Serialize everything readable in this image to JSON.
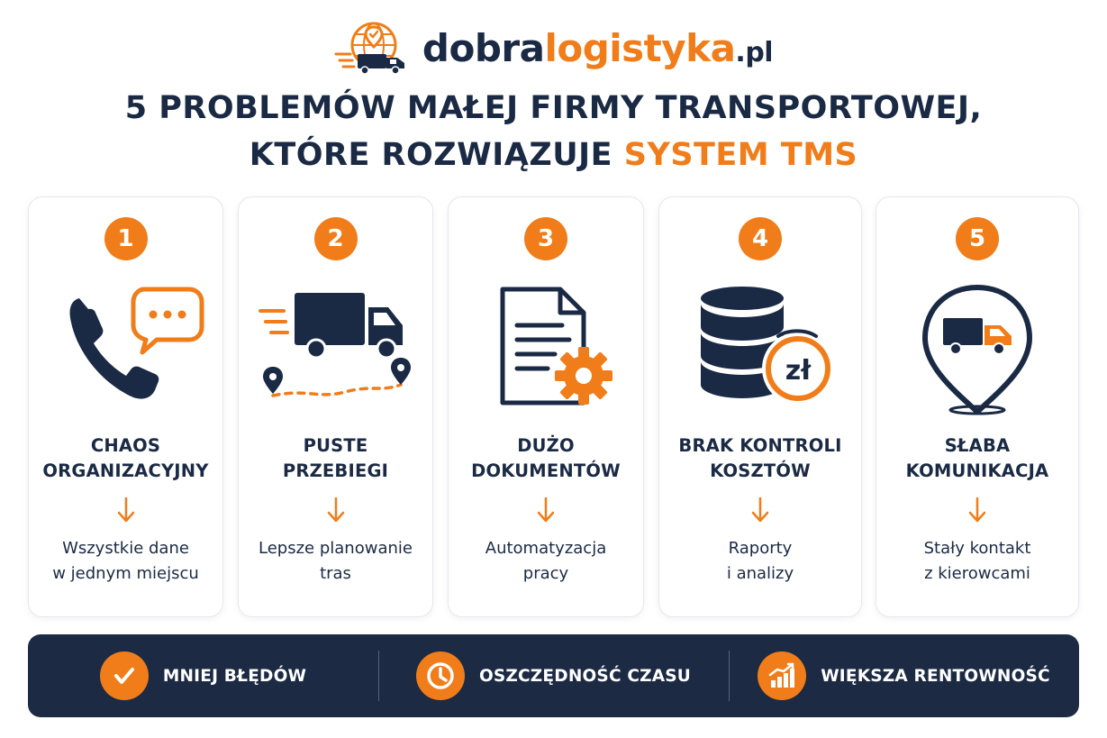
{
  "brand": {
    "name_part1": "dobra",
    "name_part2": "logistyka",
    "name_suffix": ".pl"
  },
  "headline": {
    "line1": "5 PROBLEMÓW MAŁEJ FIRMY TRANSPORTOWEJ,",
    "line2_prefix": "KTÓRE ROZWIĄZUJE ",
    "line2_highlight": "SYSTEM TMS"
  },
  "colors": {
    "navy": "#1b2a44",
    "orange": "#f07d1a",
    "bar_bg": "#1c2a44"
  },
  "cards": [
    {
      "number": "1",
      "icon": "phone-chat-icon",
      "title_line1": "CHAOS",
      "title_line2": "ORGANIZACYJNY",
      "desc_line1": "Wszystkie dane",
      "desc_line2": "w jednym miejscu"
    },
    {
      "number": "2",
      "icon": "truck-route-icon",
      "title_line1": "PUSTE",
      "title_line2": "PRZEBIEGI",
      "desc_line1": "Lepsze planowanie",
      "desc_line2": "tras"
    },
    {
      "number": "3",
      "icon": "document-gear-icon",
      "title_line1": "DUŻO",
      "title_line2": "DOKUMENTÓW",
      "desc_line1": "Automatyzacja",
      "desc_line2": "pracy"
    },
    {
      "number": "4",
      "icon": "database-coin-icon",
      "title_line1": "BRAK KONTROLI",
      "title_line2": "KOSZTÓW",
      "desc_line1": "Raporty",
      "desc_line2": "i analizy",
      "coin_label": "zł"
    },
    {
      "number": "5",
      "icon": "location-truck-icon",
      "title_line1": "SŁABA",
      "title_line2": "KOMUNIKACJA",
      "desc_line1": "Stały kontakt",
      "desc_line2": "z kierowcami"
    }
  ],
  "benefits": [
    {
      "icon": "checkmark-icon",
      "label": "MNIEJ BŁĘDÓW"
    },
    {
      "icon": "clock-icon",
      "label": "OSZCZĘDNOŚĆ CZASU"
    },
    {
      "icon": "growth-chart-icon",
      "label": "WIĘKSZA RENTOWNOŚĆ"
    }
  ]
}
